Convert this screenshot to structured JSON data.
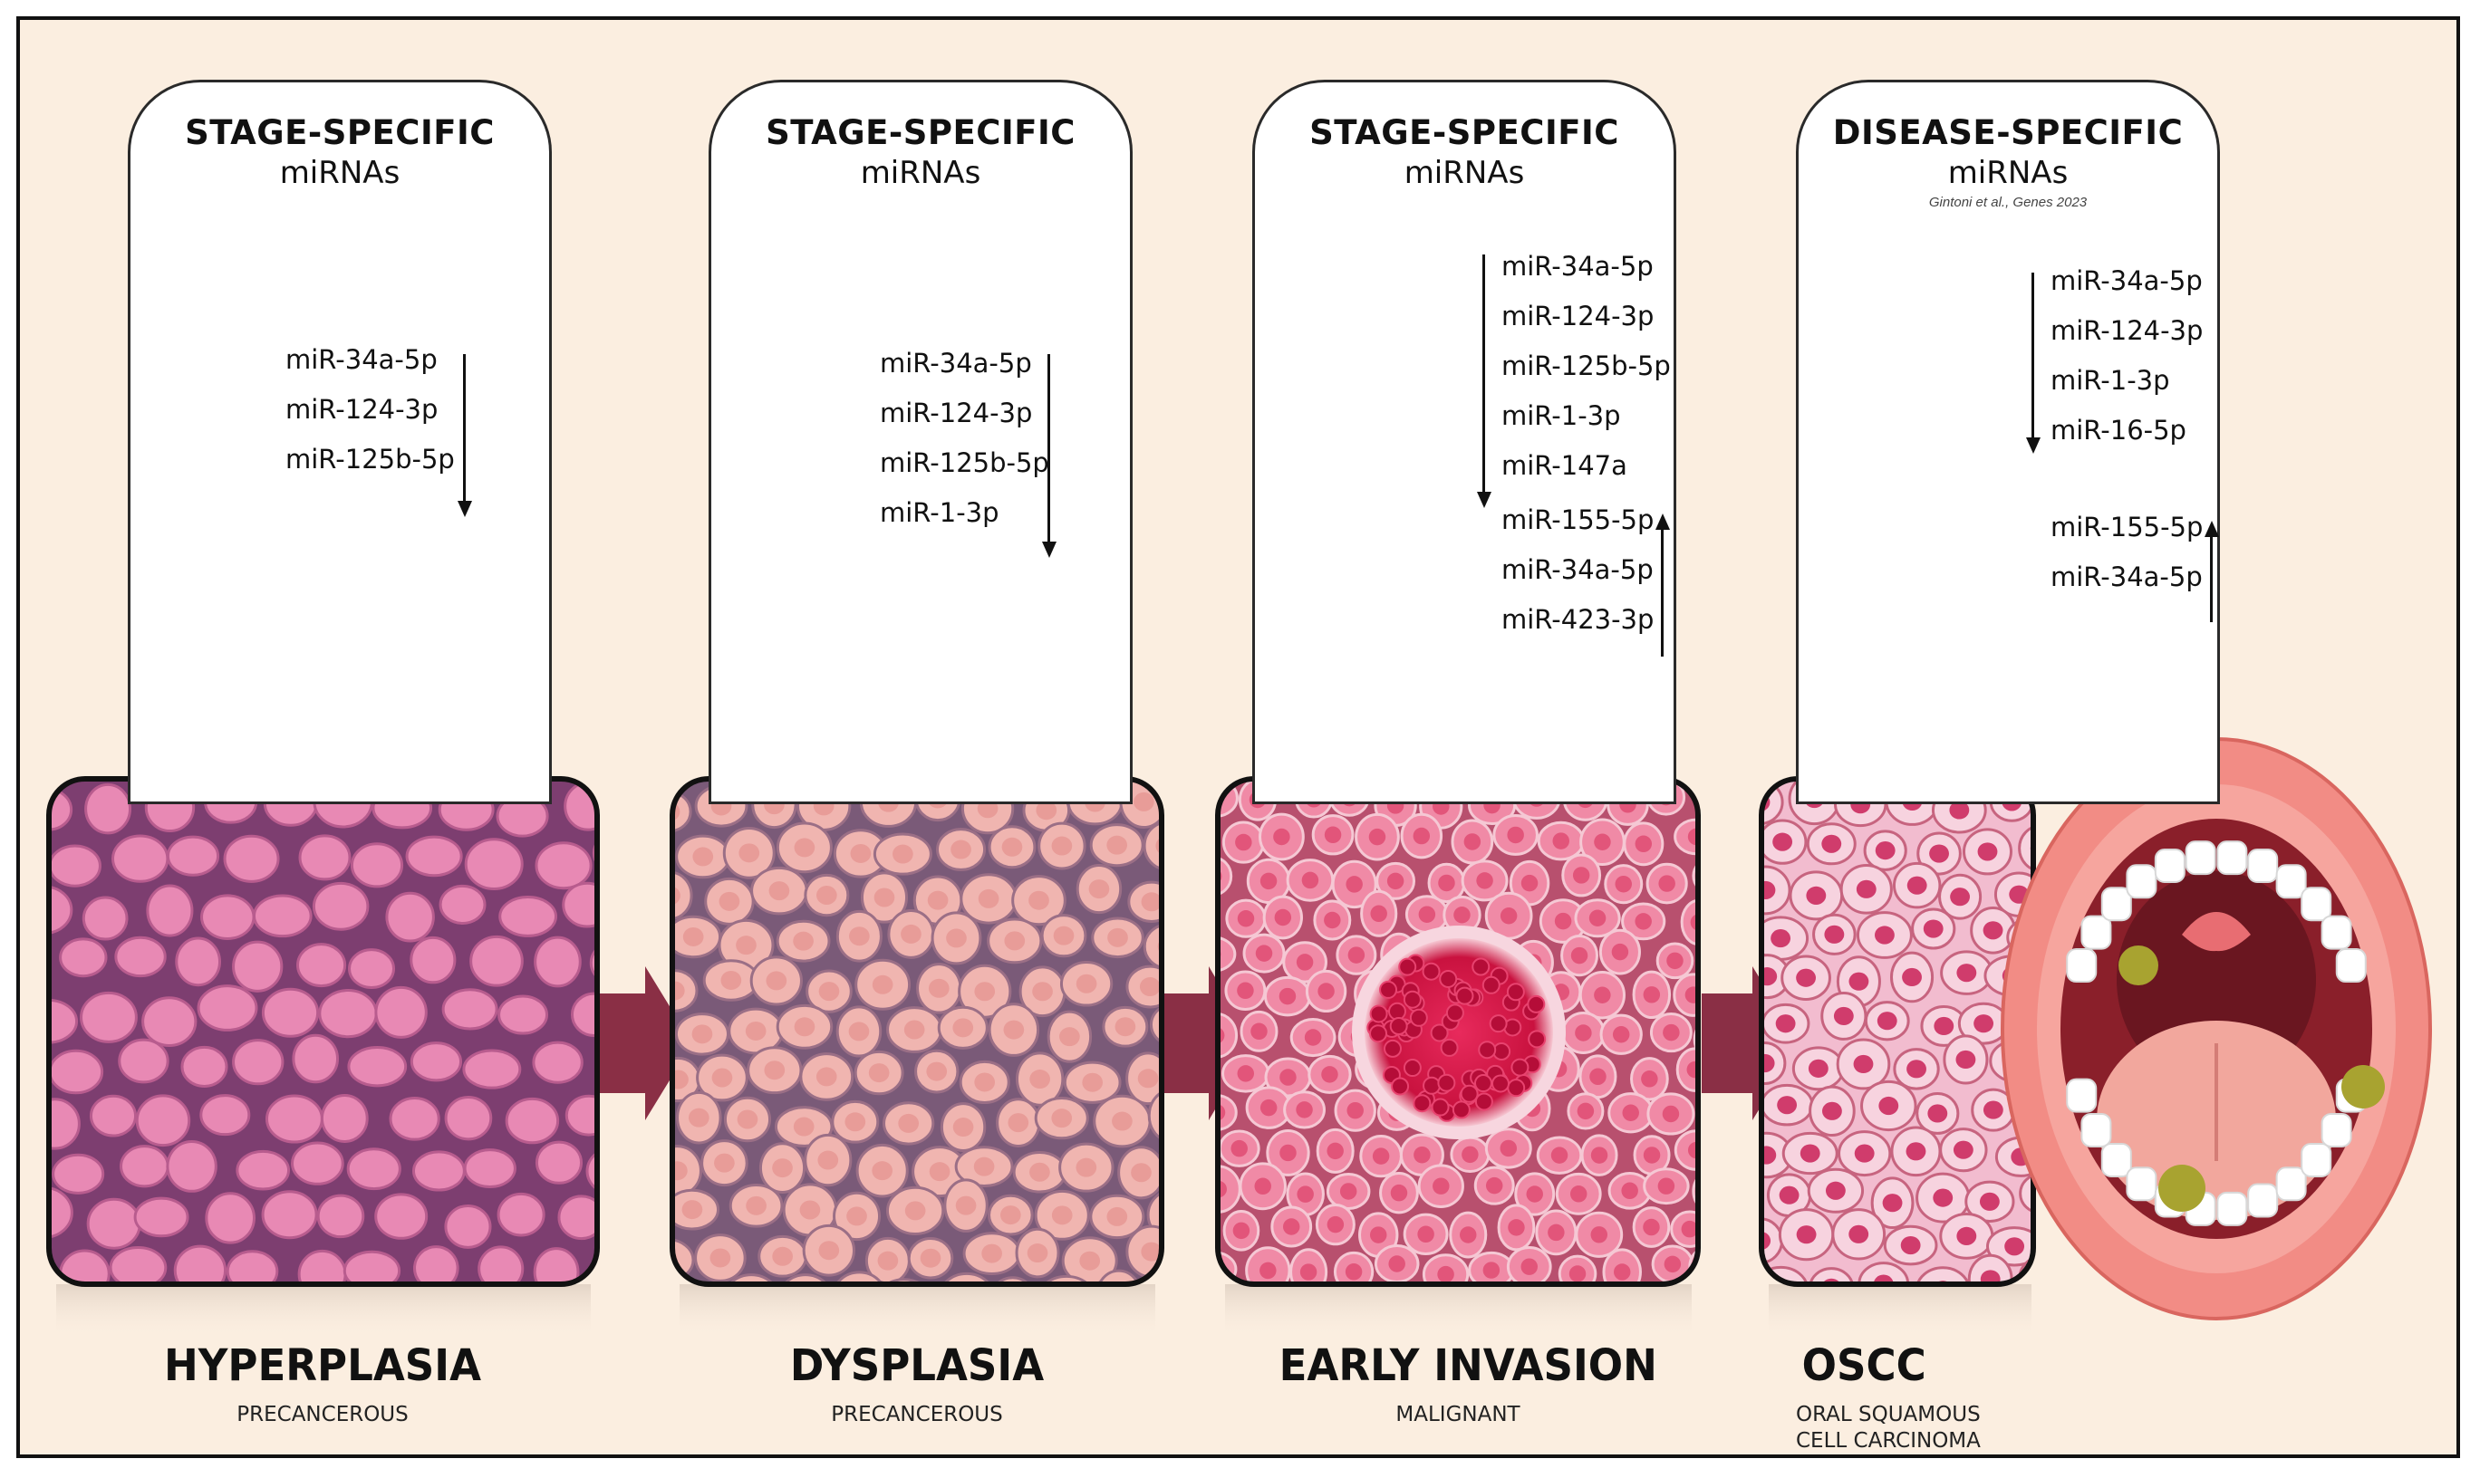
{
  "panels": [
    {
      "heading": "STAGE-SPECIFIC",
      "subheading": "miRNAs",
      "citation": "",
      "down": [
        "miR-34a-5p",
        "miR-124-3p",
        "miR-125b-5p"
      ],
      "up": [],
      "stage_title": "HYPERPLASIA",
      "stage_sub": [
        "PRECANCEROUS"
      ]
    },
    {
      "heading": "STAGE-SPECIFIC",
      "subheading": "miRNAs",
      "citation": "",
      "down": [
        "miR-34a-5p",
        "miR-124-3p",
        "miR-125b-5p",
        "miR-1-3p"
      ],
      "up": [],
      "stage_title": "DYSPLASIA",
      "stage_sub": [
        "PRECANCEROUS"
      ]
    },
    {
      "heading": "STAGE-SPECIFIC",
      "subheading": "miRNAs",
      "citation": "",
      "down": [
        "miR-34a-5p",
        "miR-124-3p",
        "miR-125b-5p",
        "miR-1-3p",
        "miR-147a"
      ],
      "up": [
        "miR-155-5p",
        "miR-34a-5p",
        "miR-423-3p"
      ],
      "stage_title": "EARLY INVASION",
      "stage_sub": [
        "MALIGNANT"
      ]
    },
    {
      "heading": "DISEASE-SPECIFIC",
      "subheading": "miRNAs",
      "citation": "Gintoni et al., Genes 2023",
      "down": [
        "miR-34a-5p",
        "miR-124-3p",
        "miR-1-3p",
        "miR-16-5p"
      ],
      "up": [
        "miR-155-5p",
        "miR-34a-5p"
      ],
      "stage_title": "OSCC",
      "stage_sub": [
        "ORAL SQUAMOUS",
        "CELL CARCINOMA"
      ]
    }
  ],
  "colors": {
    "background": "#fbeee0",
    "arrow": "#8a2f45",
    "hyperplasia_bg": "#7d3e70",
    "hyperplasia_cell": "#e889b4",
    "dysplasia_bg": "#7a5a78",
    "dysplasia_cell": "#f0b5b0",
    "invasion_bg": "#b8506e",
    "invasion_cell": "#f08aa6",
    "invasion_core": "#d8164a",
    "oscc_bg": "#f2bccf",
    "oscc_cell": "#d03c6c",
    "tube": "#e4eef8",
    "cassette": "#7ec4ad",
    "tissue": "#f0a7aa",
    "mouth_lips": "#f28c85",
    "mouth_inner": "#8a1f2a",
    "teeth": "#ffffff",
    "lesion": "#a8a330"
  },
  "icons": [
    "test-tube-icon",
    "tissue-cassette-icon",
    "tissue-sample-icon",
    "open-mouth-icon",
    "right-arrow-icon",
    "down-arrow-icon",
    "up-arrow-icon"
  ]
}
